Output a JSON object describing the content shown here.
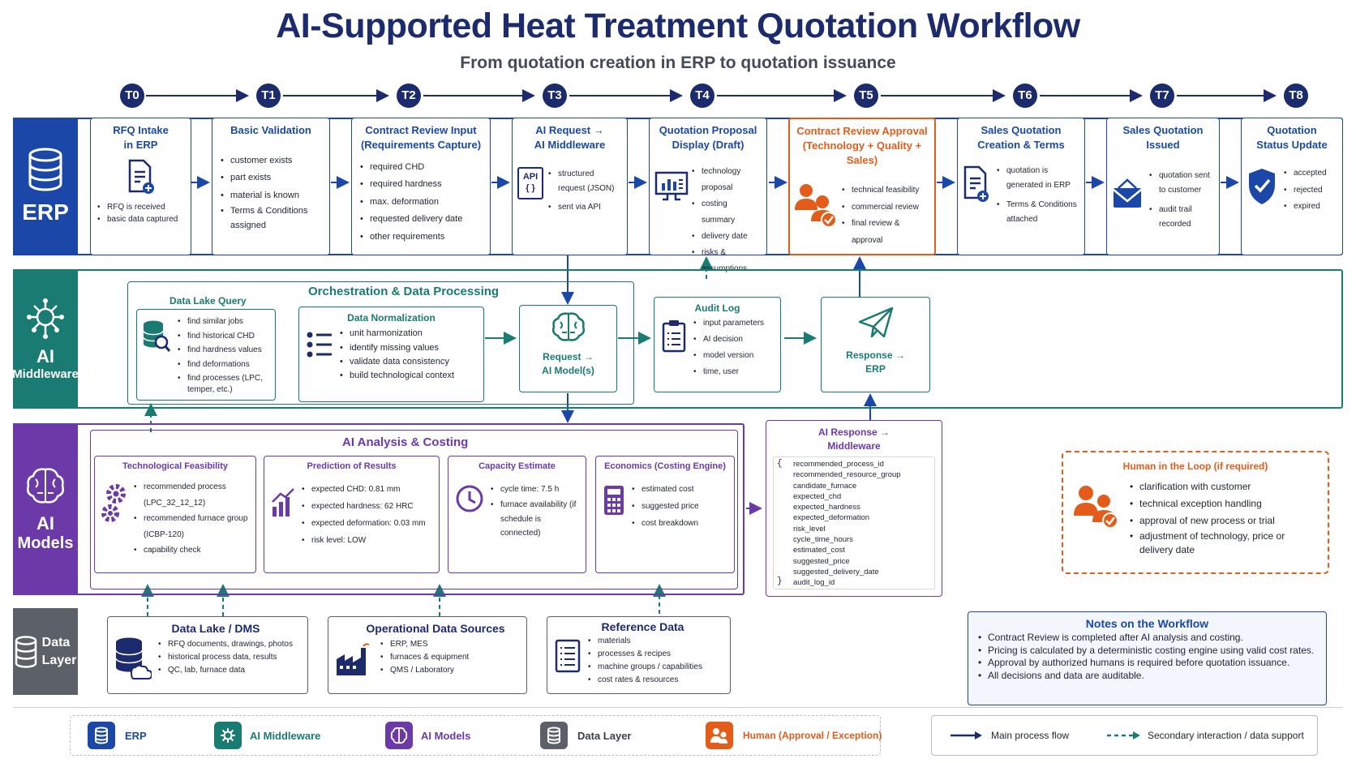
{
  "header": {
    "title": "AI-Supported Heat Treatment Quotation Workflow",
    "subtitle": "From quotation creation in ERP to quotation issuance"
  },
  "steps": [
    "T0",
    "T1",
    "T2",
    "T3",
    "T4",
    "T5",
    "T6",
    "T7",
    "T8"
  ],
  "lanes": {
    "erp": "ERP",
    "middleware": [
      "AI",
      "Middleware"
    ],
    "models": [
      "AI",
      "Models"
    ],
    "data": [
      "Data",
      "Layer"
    ]
  },
  "erp_cards": [
    {
      "title": [
        "RFQ Intake",
        "in ERP"
      ],
      "items": [
        "RFQ is received",
        "basic data captured"
      ]
    },
    {
      "title": [
        "Basic Validation"
      ],
      "items": [
        "customer exists",
        "part exists",
        "material is known",
        "Terms & Conditions assigned"
      ]
    },
    {
      "title": [
        "Contract Review Input",
        "(Requirements Capture)"
      ],
      "items": [
        "required CHD",
        "required hardness",
        "max. deformation",
        "requested delivery date",
        "other requirements"
      ]
    },
    {
      "title": [
        "AI Request →",
        "AI Middleware"
      ],
      "items": [
        "structured request (JSON)",
        "sent via API"
      ],
      "icon_text": "API"
    },
    {
      "title": [
        "Quotation Proposal",
        "Display (Draft)"
      ],
      "items": [
        "technology proposal",
        "costing summary",
        "delivery date",
        "risks & assumptions"
      ]
    },
    {
      "title": [
        "Contract Review Approval",
        "(Technology + Quality + Sales)"
      ],
      "items": [
        "technical feasibility",
        "commercial review",
        "final review & approval"
      ]
    },
    {
      "title": [
        "Sales Quotation",
        "Creation & Terms"
      ],
      "items": [
        "quotation is generated in ERP",
        "Terms & Conditions attached"
      ]
    },
    {
      "title": [
        "Sales Quotation",
        "Issued"
      ],
      "items": [
        "quotation sent to customer",
        "audit trail recorded"
      ]
    },
    {
      "title": [
        "Quotation",
        "Status Update"
      ],
      "items": [
        "accepted",
        "rejected",
        "expired"
      ]
    }
  ],
  "middleware": {
    "group_title": "Orchestration & Data Processing",
    "data_lake_query": {
      "title": "Data Lake Query",
      "items": [
        "find similar jobs",
        "find historical CHD",
        "find hardness values",
        "find deformations",
        "find processes (LPC, temper, etc.)"
      ]
    },
    "data_normalization": {
      "title": "Data Normalization",
      "items": [
        "unit harmonization",
        "identify missing values",
        "validate data consistency",
        "build technological context"
      ]
    },
    "request": {
      "title": [
        "Request →",
        "AI Model(s)"
      ]
    },
    "audit_log": {
      "title": "Audit Log",
      "items": [
        "input parameters",
        "AI decision",
        "model version",
        "time, user"
      ]
    },
    "response": {
      "title": [
        "Response →",
        "ERP"
      ]
    }
  },
  "models": {
    "group_title": "AI Analysis & Costing",
    "cards": [
      {
        "title": "Technological Feasibility",
        "items": [
          "recommended process (LPC_32_12_12)",
          "recommended furnace group (ICBP-120)",
          "capability check"
        ]
      },
      {
        "title": "Prediction of Results",
        "items": [
          "expected CHD: 0.81 mm",
          "expected hardness: 62 HRC",
          "expected deformation: 0.03 mm",
          "risk level: LOW"
        ]
      },
      {
        "title": "Capacity Estimate",
        "items": [
          "cycle time: 7.5 h",
          "furnace availability (if schedule is connected)"
        ]
      },
      {
        "title": "Economics (Costing Engine)",
        "items": [
          "estimated cost",
          "suggested price",
          "cost breakdown"
        ]
      }
    ],
    "ai_response": {
      "title": [
        "AI Response →",
        "Middleware"
      ],
      "open": "{",
      "close": "}",
      "fields": [
        "recommended_process_id",
        "recommended_resource_group",
        "candidate_furnace",
        "expected_chd",
        "expected_hardness",
        "expected_deformation",
        "risk_level",
        "cycle_time_hours",
        "estimated_cost",
        "suggested_price",
        "suggested_delivery_date",
        "audit_log_id"
      ]
    }
  },
  "human_loop": {
    "title": "Human in the Loop (if required)",
    "items": [
      "clarification with customer",
      "technical exception handling",
      "approval of new process or trial",
      "adjustment of technology, price or delivery date"
    ]
  },
  "data_layer": [
    {
      "title": "Data Lake / DMS",
      "items": [
        "RFQ documents, drawings, photos",
        "historical process data, results",
        "QC, lab, furnace data"
      ]
    },
    {
      "title": "Operational Data Sources",
      "items": [
        "ERP, MES",
        "furnaces & equipment",
        "QMS / Laboratory"
      ]
    },
    {
      "title": "Reference Data",
      "items": [
        "materials",
        "processes & recipes",
        "machine groups / capabilities",
        "cost rates & resources"
      ]
    }
  ],
  "notes": {
    "title": "Notes on the Workflow",
    "items": [
      "Contract Review is completed after AI analysis and costing.",
      "Pricing is calculated by a deterministic costing engine using valid cost rates.",
      "Approval by authorized humans is required before quotation issuance.",
      "All decisions and data are auditable."
    ]
  },
  "legend": {
    "erp": "ERP",
    "middleware": "AI Middleware",
    "models": "AI Models",
    "data": "Data Layer",
    "human": "Human (Approval / Exception)",
    "main_flow": "Main process flow",
    "secondary_flow": "Secondary interaction / data support"
  },
  "colors": {
    "erp": "#1b48a8",
    "middleware": "#1a7b73",
    "models": "#6b3aa8",
    "data": "#5c6068",
    "human": "#e45c1a",
    "navy": "#1c2a6e"
  }
}
